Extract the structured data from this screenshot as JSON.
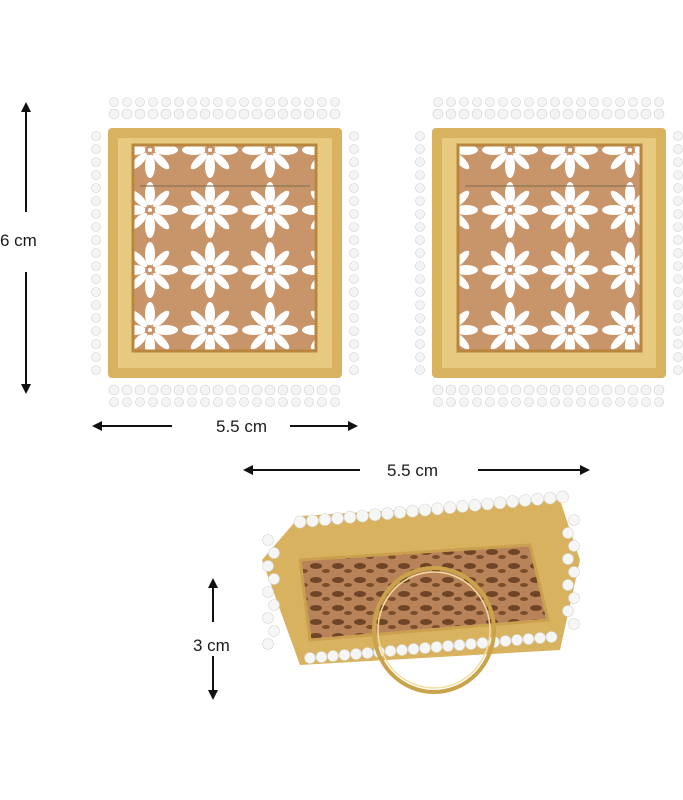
{
  "dimensions": {
    "earring_height": "6 cm",
    "earring_width": "5.5 cm",
    "ring_width": "5.5 cm",
    "ring_height": "3 cm"
  },
  "colors": {
    "gold": "#c9a24a",
    "wood": "#c8946a",
    "wood_dark": "#8a5a34",
    "pearl": "#f4f4f2",
    "arrow": "#111111"
  }
}
